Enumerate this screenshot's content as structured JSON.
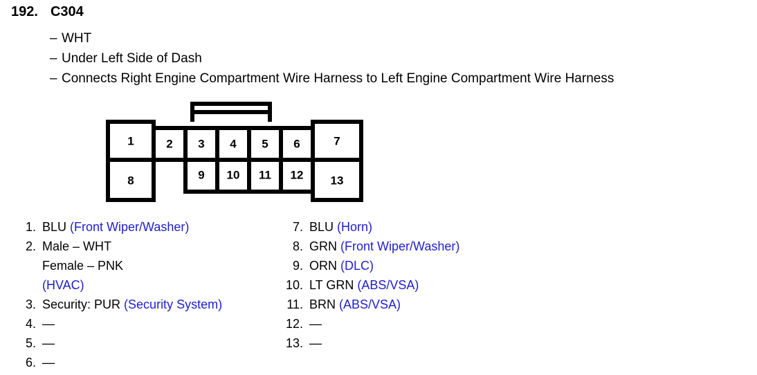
{
  "header": {
    "number": "192.",
    "name": "C304",
    "bullets": [
      {
        "dash": "–",
        "text": "WHT"
      },
      {
        "dash": "–",
        "text": "Under Left Side of Dash"
      },
      {
        "dash": "–",
        "text": "Connects Right Engine Compartment Wire Harness to Left Engine Compartment Wire Harness"
      }
    ]
  },
  "connector": {
    "tab_label": "locking-tab",
    "top_row": [
      "1",
      "2",
      "3",
      "4",
      "5",
      "6",
      "7"
    ],
    "bottom_row": [
      "8",
      "",
      "9",
      "10",
      "11",
      "12",
      "13"
    ]
  },
  "pins": {
    "left": [
      {
        "index": "1.",
        "lines": [
          {
            "wire": "BLU",
            "signal": "(Front Wiper/Washer)"
          }
        ]
      },
      {
        "index": "2.",
        "lines": [
          {
            "wire": "Male – WHT",
            "signal": ""
          },
          {
            "wire": "Female – PNK",
            "signal": ""
          },
          {
            "wire": "",
            "signal": "(HVAC)"
          }
        ]
      },
      {
        "index": "3.",
        "lines": [
          {
            "wire": "Security: PUR",
            "signal": "(Security System)"
          }
        ]
      },
      {
        "index": "4.",
        "lines": [
          {
            "wire": "—",
            "signal": ""
          }
        ]
      },
      {
        "index": "5.",
        "lines": [
          {
            "wire": "—",
            "signal": ""
          }
        ]
      },
      {
        "index": "6.",
        "lines": [
          {
            "wire": "—",
            "signal": ""
          }
        ]
      }
    ],
    "right": [
      {
        "index": "7.",
        "lines": [
          {
            "wire": "BLU",
            "signal": "(Horn)"
          }
        ]
      },
      {
        "index": "8.",
        "lines": [
          {
            "wire": "GRN",
            "signal": "(Front Wiper/Washer)"
          }
        ]
      },
      {
        "index": "9.",
        "lines": [
          {
            "wire": "ORN",
            "signal": "(DLC)"
          }
        ]
      },
      {
        "index": "10.",
        "lines": [
          {
            "wire": "LT GRN",
            "signal": "(ABS/VSA)"
          }
        ]
      },
      {
        "index": "11.",
        "lines": [
          {
            "wire": "BRN",
            "signal": "(ABS/VSA)"
          }
        ]
      },
      {
        "index": "12.",
        "lines": [
          {
            "wire": "—",
            "signal": ""
          }
        ]
      },
      {
        "index": "13.",
        "lines": [
          {
            "wire": "—",
            "signal": ""
          }
        ]
      }
    ]
  },
  "colors": {
    "signal_blue": "#1e1ecd",
    "ink": "#000000",
    "page": "#ffffff"
  }
}
